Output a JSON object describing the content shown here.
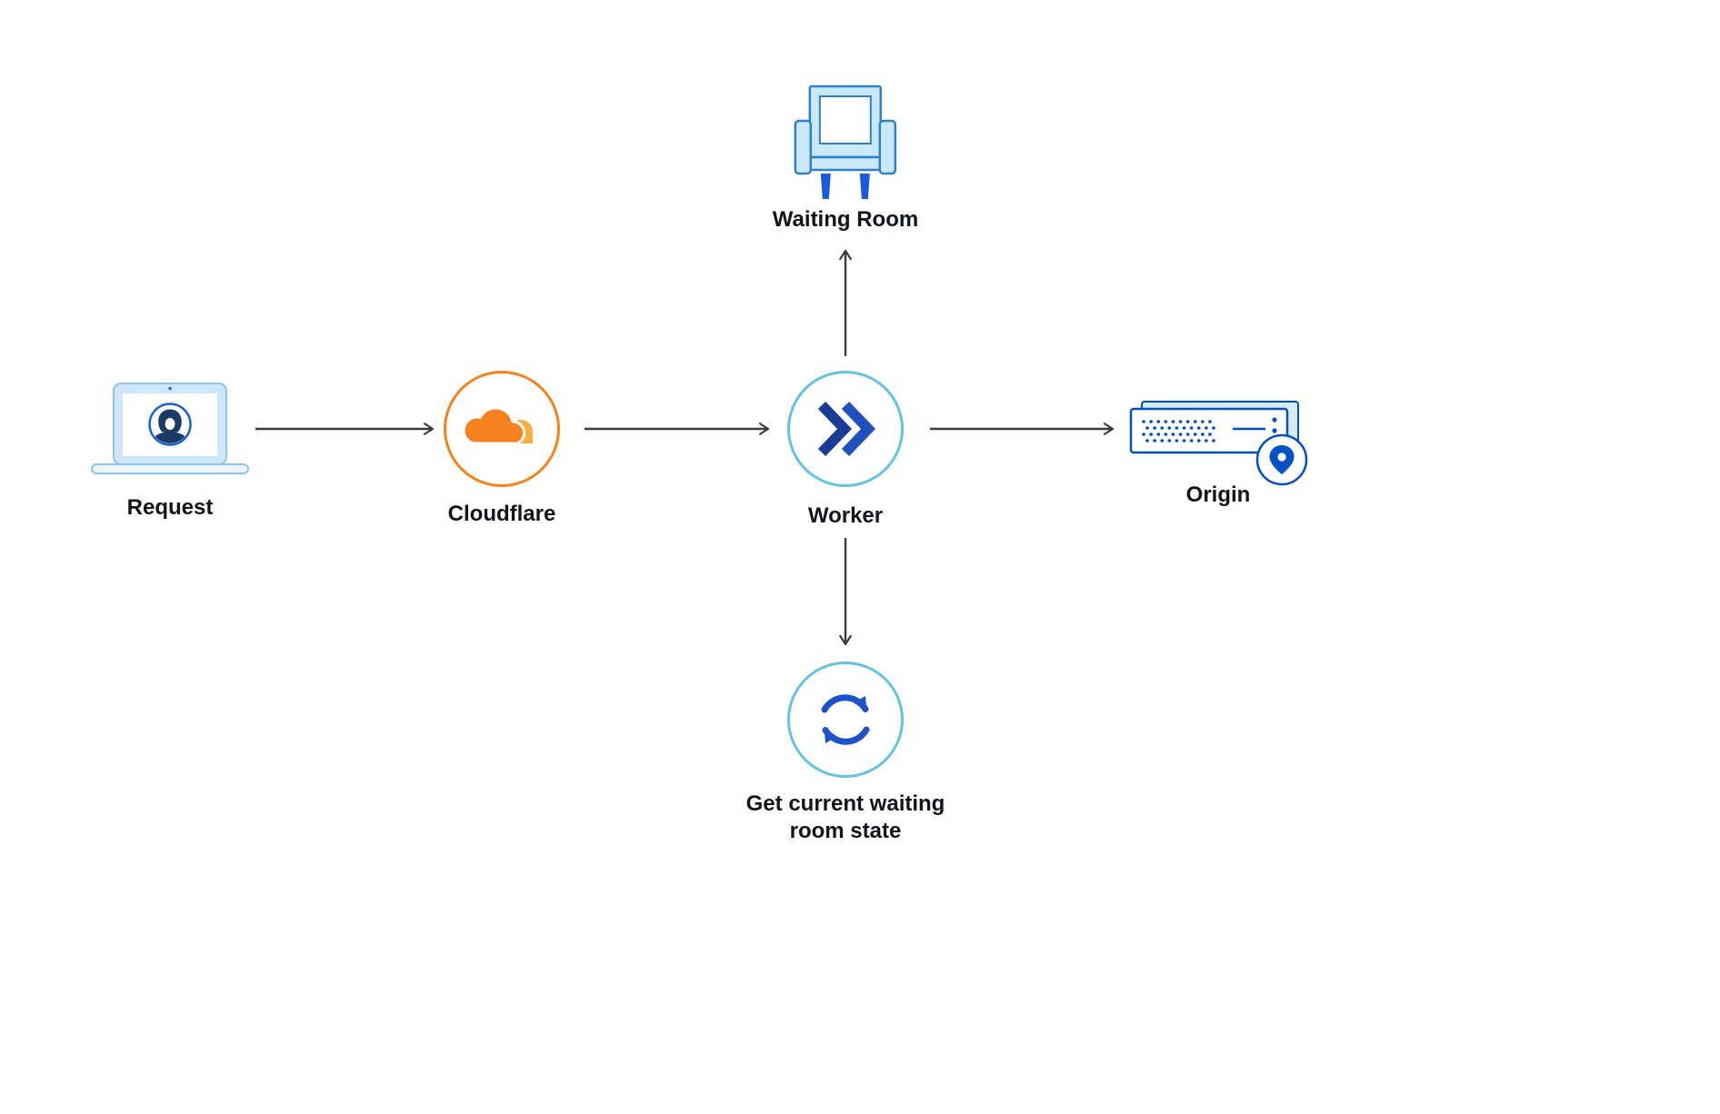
{
  "diagram": {
    "background": "#FFFFFF",
    "nodes": {
      "request": {
        "label": "Request",
        "icon": "laptop-user-icon"
      },
      "cloudflare": {
        "label": "Cloudflare",
        "icon": "cloudflare-logo-icon"
      },
      "worker": {
        "label": "Worker",
        "icon": "worker-chevrons-icon"
      },
      "waiting_room": {
        "label": "Waiting Room",
        "icon": "armchair-icon"
      },
      "origin": {
        "label": "Origin",
        "icon": "origin-server-icon"
      },
      "state": {
        "label": "Get current waiting room state",
        "icon": "sync-arrows-icon"
      }
    },
    "edges": [
      {
        "from": "request",
        "to": "cloudflare",
        "direction": "right"
      },
      {
        "from": "cloudflare",
        "to": "worker",
        "direction": "right"
      },
      {
        "from": "worker",
        "to": "waiting_room",
        "direction": "up"
      },
      {
        "from": "worker",
        "to": "origin",
        "direction": "right"
      },
      {
        "from": "worker",
        "to": "state",
        "direction": "down"
      }
    ],
    "colors": {
      "cloudflare_orange": "#F6821F",
      "cloudflare_orange_light": "#FBAD41",
      "blue": "#0051C3",
      "worker_navy_left": "#1A3C96",
      "worker_navy_right": "#2050BE",
      "node_ring_light_blue": "#66C3DF",
      "illustration_light_blue": "#C9E8F8",
      "illustration_stroke_blue": "#3181C8",
      "leg_blue": "#1A5BDB",
      "sync_blue": "#1D52CC",
      "arrow_gray": "#3B3B3B",
      "label_color": "#11151C"
    }
  }
}
